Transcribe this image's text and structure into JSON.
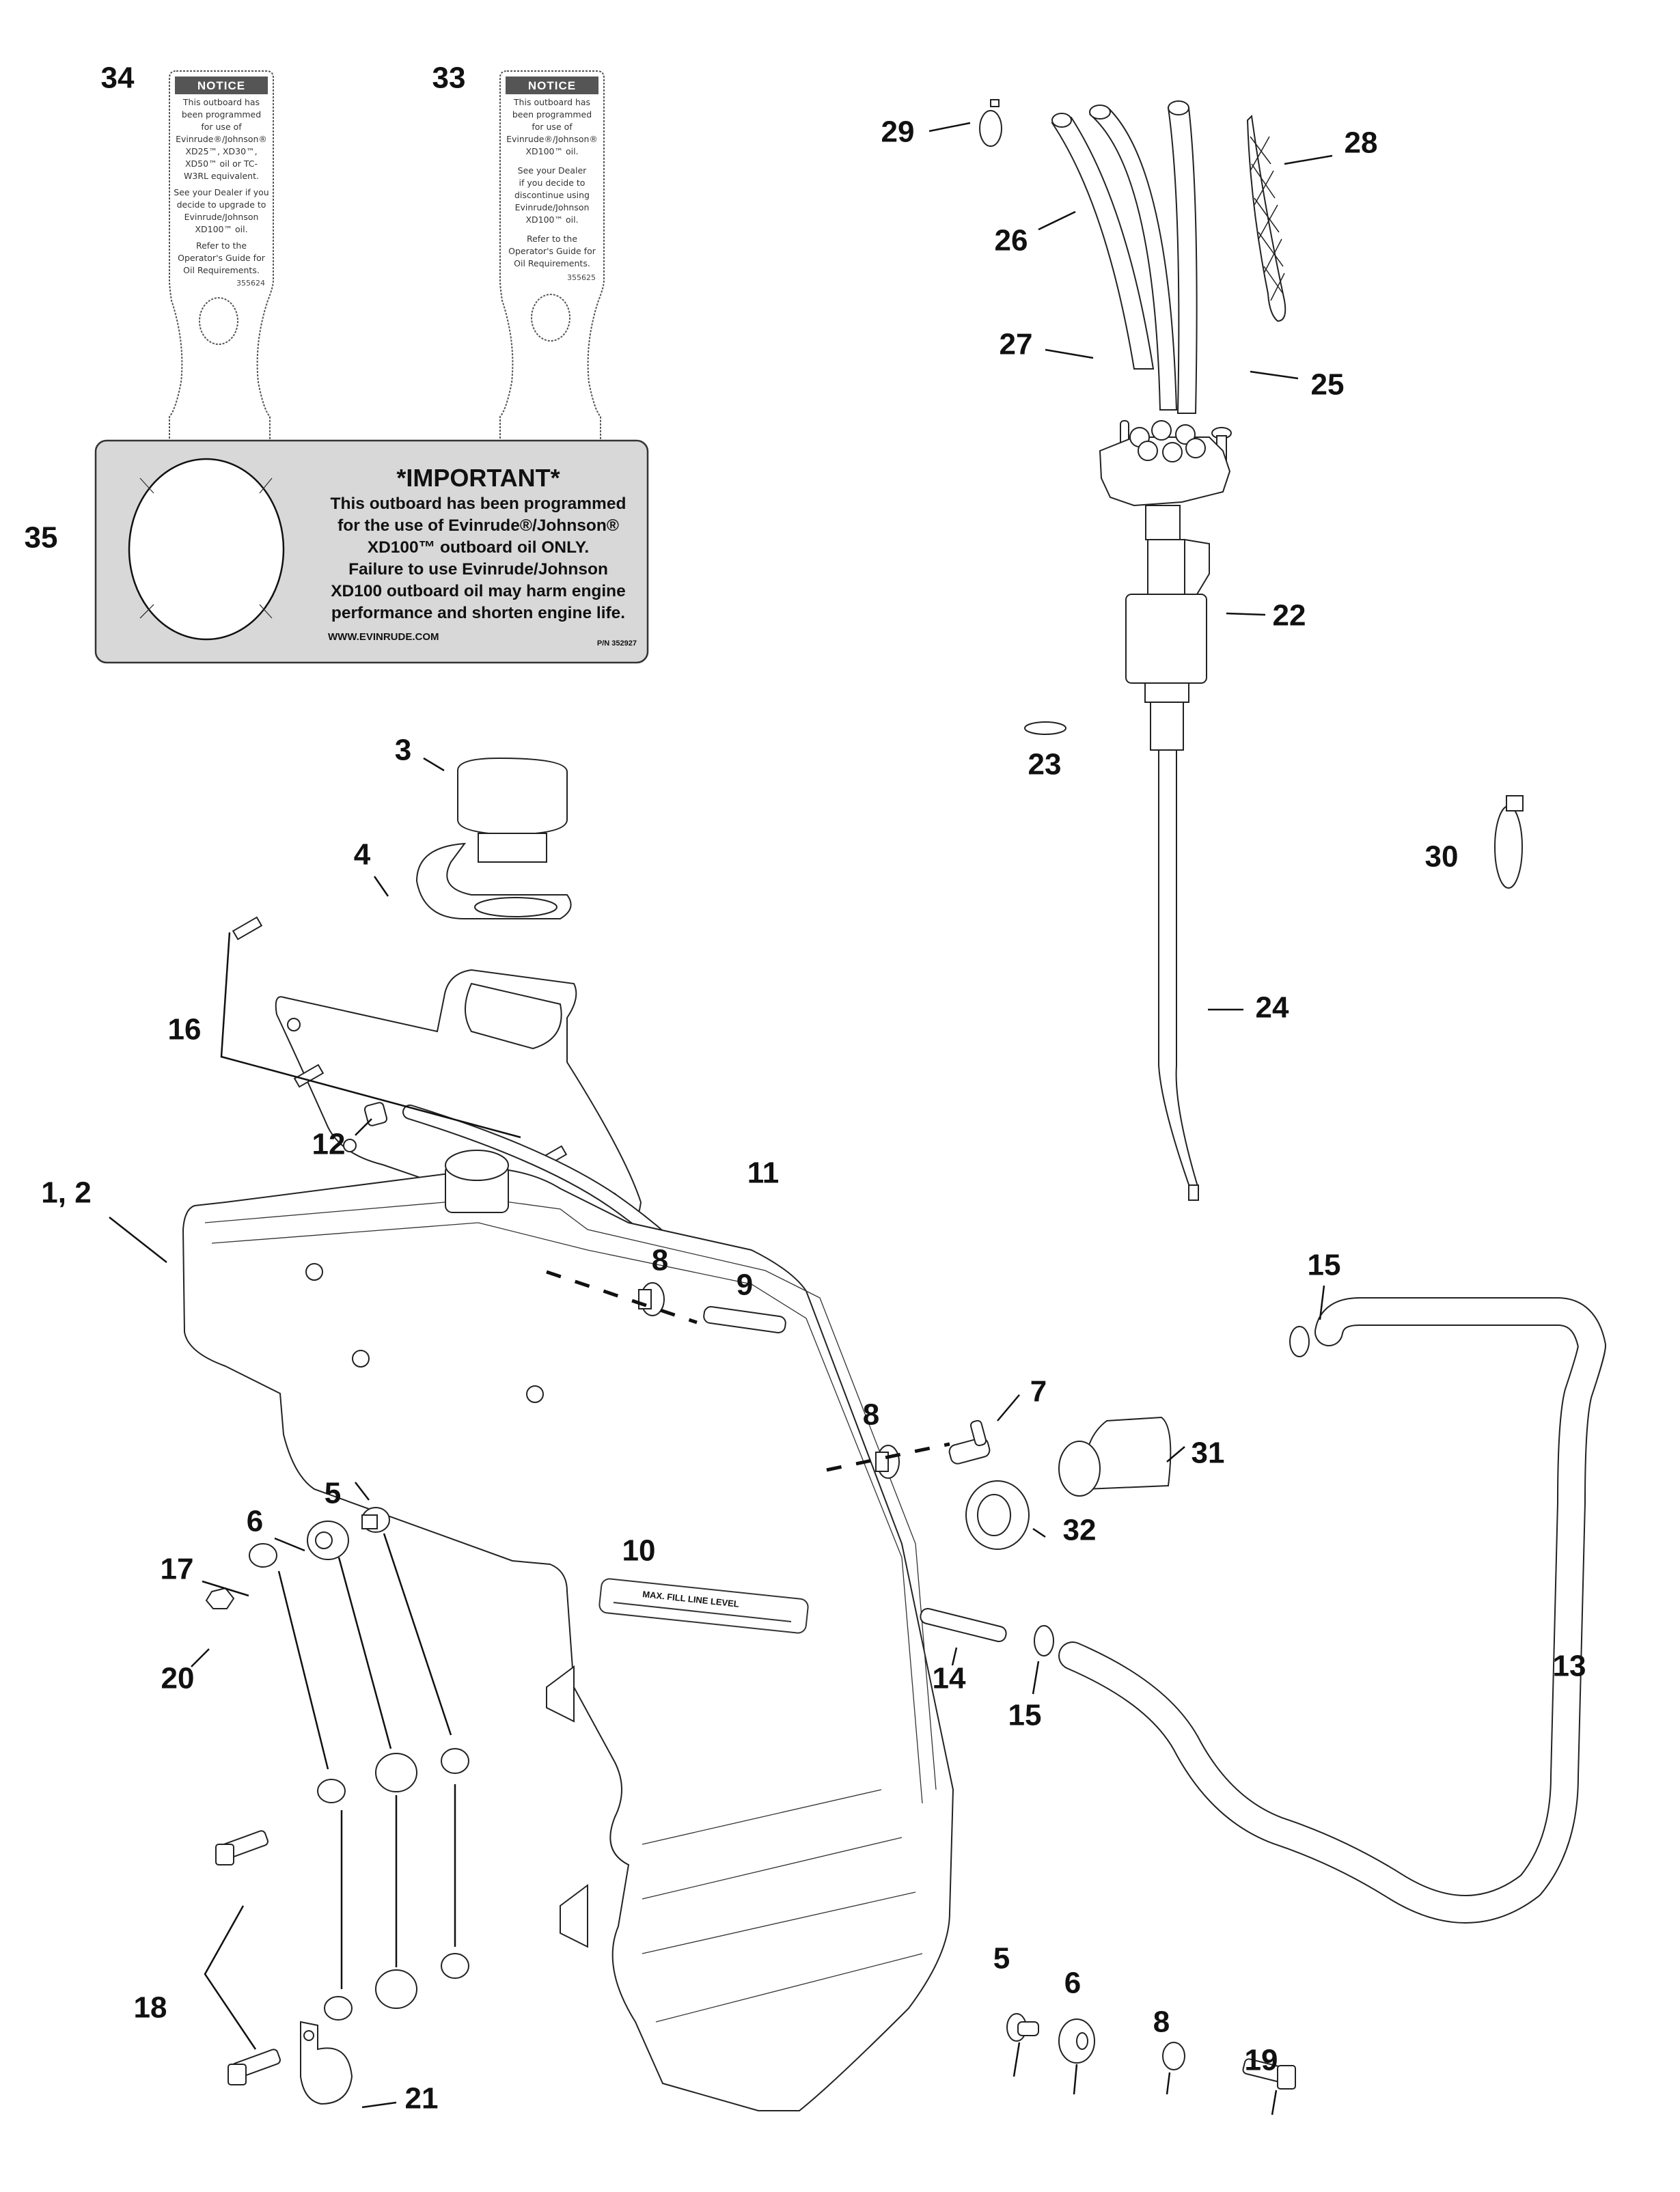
{
  "diagram": {
    "title": "Oil tank and oil pump assembly exploded view",
    "callouts": {
      "c34": "34",
      "c33": "33",
      "c35": "35",
      "c29": "29",
      "c26": "26",
      "c28": "28",
      "c27": "27",
      "c25": "25",
      "c22": "22",
      "c23": "23",
      "c30": "30",
      "c24": "24",
      "c3": "3",
      "c4": "4",
      "c16": "16",
      "c12": "12",
      "c11": "11",
      "c1_2": "1, 2",
      "c8_top": "8",
      "c9": "9",
      "c15_top": "15",
      "c7": "7",
      "c8_mid": "8",
      "c31": "31",
      "c32": "32",
      "c10": "10",
      "c5_left": "5",
      "c6_left": "6",
      "c17": "17",
      "c20": "20",
      "c18": "18",
      "c21": "21",
      "c14": "14",
      "c15_low": "15",
      "c13": "13",
      "c5_right": "5",
      "c6_right": "6",
      "c8_low": "8",
      "c19": "19"
    }
  },
  "labels": {
    "notice_34": {
      "title": "NOTICE",
      "lines": [
        "This outboard has",
        "been programmed",
        "for use of",
        "Evinrude®/Johnson®",
        "XD25™, XD30™,",
        "XD50™ oil or TC-",
        "W3RL equivalent.",
        "See your Dealer if you",
        "decide to upgrade to",
        "Evinrude/Johnson",
        "XD100™ oil.",
        "Refer to the",
        "Operator's Guide for",
        "Oil Requirements."
      ],
      "part_number": "355624"
    },
    "notice_33": {
      "title": "NOTICE",
      "lines": [
        "This outboard has",
        "been programmed",
        "for use of",
        "Evinrude®/Johnson®",
        "XD100™ oil.",
        "See your Dealer",
        "if you decide to",
        "discontinue using",
        "Evinrude/Johnson",
        "XD100™ oil.",
        "Refer to the",
        "Operator's Guide for",
        "Oil Requirements."
      ],
      "part_number": "355625"
    },
    "important_35": {
      "title": "*IMPORTANT*",
      "lines": [
        "This outboard has been programmed",
        "for the use of Evinrude®/Johnson®",
        "XD100™ outboard oil ONLY.",
        "Failure to use Evinrude/Johnson",
        "XD100 outboard oil may harm engine",
        "performance and shorten engine life."
      ],
      "website": "WWW.EVINRUDE.COM",
      "part_number": "P/N 352927"
    },
    "tank_decal": "MAX. FILL LINE LEVEL"
  }
}
